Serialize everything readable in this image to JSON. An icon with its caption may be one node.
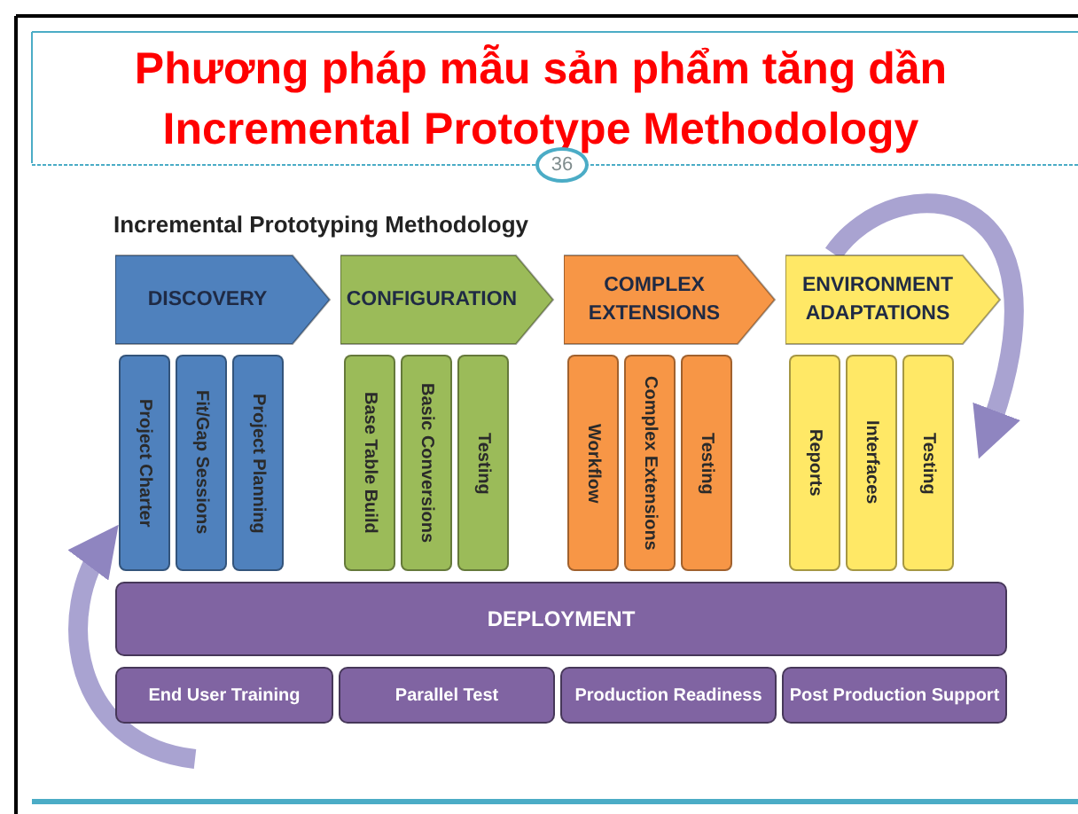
{
  "diagram": {
    "title": "Phương pháp mẫu sản phẩm tăng dần Incremental Prototype Methodology",
    "nodes": [
      {
        "text": [
          "DISCOVERY"
        ]
      },
      {
        "text": [
          "Project Charter"
        ]
      },
      {
        "text": [
          "Fit/Gap Sessions"
        ]
      },
      {
        "text": [
          "Project Planning"
        ]
      },
      {
        "text": [
          "CONFIGURATION"
        ]
      },
      {
        "text": [
          "Base Table Build"
        ]
      },
      {
        "text": [
          "Basic Conversions"
        ]
      },
      {
        "text": [
          "Testing"
        ]
      },
      {
        "text": [
          "COMPLEX EXTENSIONS"
        ]
      },
      {
        "text": [
          "Workflow"
        ]
      },
      {
        "text": [
          "Complex Extensions"
        ]
      },
      {
        "text": [
          "Testing"
        ]
      },
      {
        "text": [
          "ENVIRONMENT ADAPTATIONS"
        ]
      },
      {
        "text": [
          "Reports"
        ]
      },
      {
        "text": [
          "Interfaces"
        ]
      },
      {
        "text": [
          "Testing"
        ]
      },
      {
        "text": [
          "DEPLOYMENT"
        ]
      },
      {
        "text": [
          "End User Training"
        ]
      },
      {
        "text": [
          "Parallel Test"
        ]
      },
      {
        "text": [
          "Production Readiness"
        ]
      },
      {
        "text": [
          "Post Production Support"
        ]
      }
    ],
    "edges": [
      {
        "from": 12,
        "to": 15,
        "arrow": "to"
      },
      {
        "from": null,
        "to": 1,
        "arrow": "to"
      }
    ],
    "labels": [
      "36",
      "Incremental Prototyping Methodology"
    ]
  }
}
